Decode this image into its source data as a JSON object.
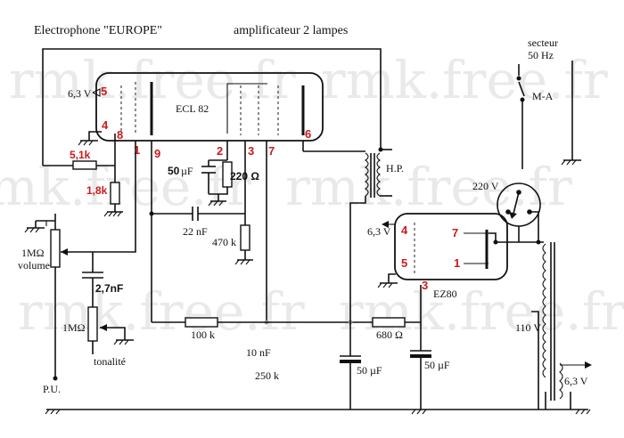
{
  "title": "Electrophone \"EUROPE\"",
  "subtitle": "amplificateur 2 lampes",
  "watermark": "rmk.free.fr",
  "tubes": {
    "ecl82": {
      "name": "ECL 82",
      "pins": [
        "5",
        "4",
        "8",
        "1",
        "9",
        "2",
        "3",
        "7",
        "6"
      ]
    },
    "ez80": {
      "name": "EZ80",
      "pins": [
        "4",
        "5",
        "3",
        "7",
        "1"
      ]
    }
  },
  "labels": {
    "heater_v1": "6,3 V",
    "heater_v2": "6,3 V",
    "r_5k1": "5,1k",
    "r_1k8": "1,8k",
    "cap_50uf_a": "50",
    "cap_50uf_b": "µF",
    "r_220": "220 Ω",
    "c_22nf": "22 nF",
    "r_470k": "470 k",
    "pot_volume": "1MΩ",
    "volume": "volume",
    "c_2_7nf": "2,7nF",
    "pot_tone": "1MΩ",
    "tone": "tonalité",
    "pu": "P.U.",
    "r_100k": "100 k",
    "c_10nf": "10 nF",
    "r_250k": "250 k",
    "r_680": "680 Ω",
    "c_50uf_1": "50 µF",
    "c_50uf_2": "50 µF",
    "hp": "H.P.",
    "mains_1": "secteur",
    "mains_2": "50 Hz",
    "switch": "M-A",
    "v220": "220 V",
    "v110": "110 V",
    "v63_out": "6,3 V"
  }
}
